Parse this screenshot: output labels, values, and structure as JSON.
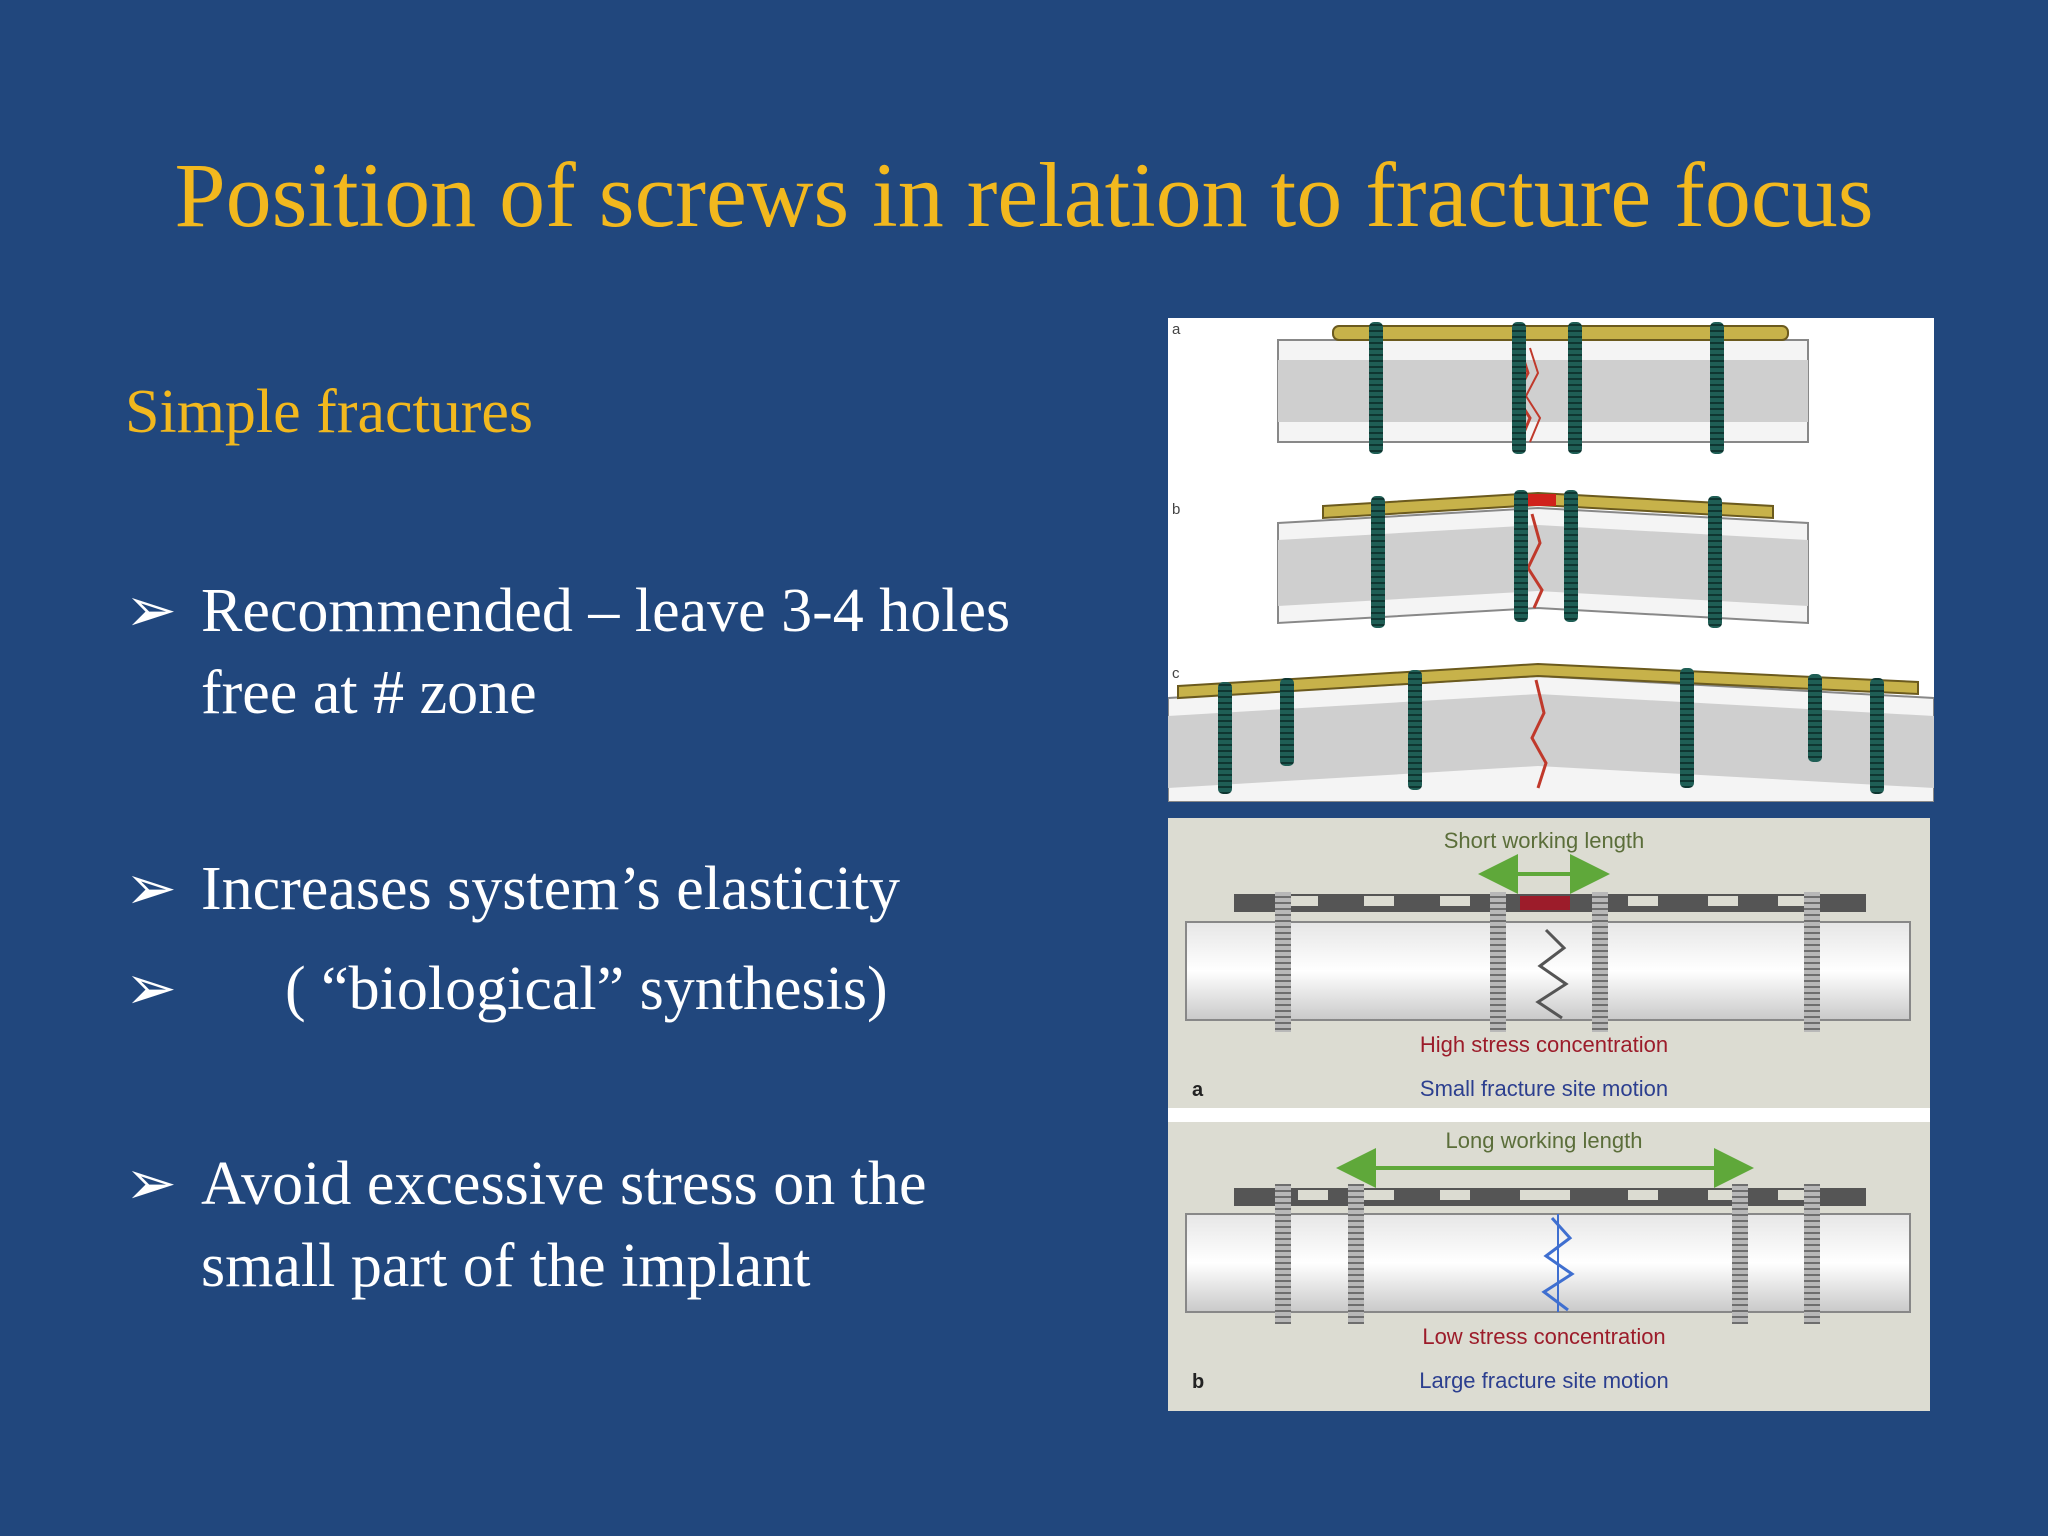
{
  "slide": {
    "title": "Position of screws in relation to fracture focus",
    "subtitle": "Simple fractures",
    "bullet_symbol": "➢",
    "bullets": [
      {
        "lines": [
          "Recommended – leave 3-4 holes",
          "free at  # zone"
        ]
      },
      {
        "lines": [
          "Increases system’s elasticity"
        ]
      },
      {
        "lines": [
          "( “biological” synthesis)"
        ]
      },
      {
        "lines": [
          "Avoid excessive stress on the",
          "small part of the implant"
        ]
      }
    ]
  },
  "figure_top": {
    "panel_labels": [
      "a",
      "b",
      "c"
    ]
  },
  "figure_bottom": {
    "panel_a": {
      "label": "a",
      "length_label": "Short working length",
      "stress_label": "High stress concentration",
      "motion_label": "Small fracture site motion"
    },
    "panel_b": {
      "label": "b",
      "length_label": "Long working length",
      "stress_label": "Low stress concentration",
      "motion_label": "Large fracture site motion"
    },
    "colors": {
      "arrow": "#5fa83a",
      "stress": "#9c1c2a",
      "motion": "#2c3f8f",
      "fracture_high": "#c0392b",
      "fracture_low": "#3f6fd0"
    }
  },
  "colors": {
    "background": "#21477d",
    "title": "#f2b81e",
    "body_text": "#ffffff"
  }
}
